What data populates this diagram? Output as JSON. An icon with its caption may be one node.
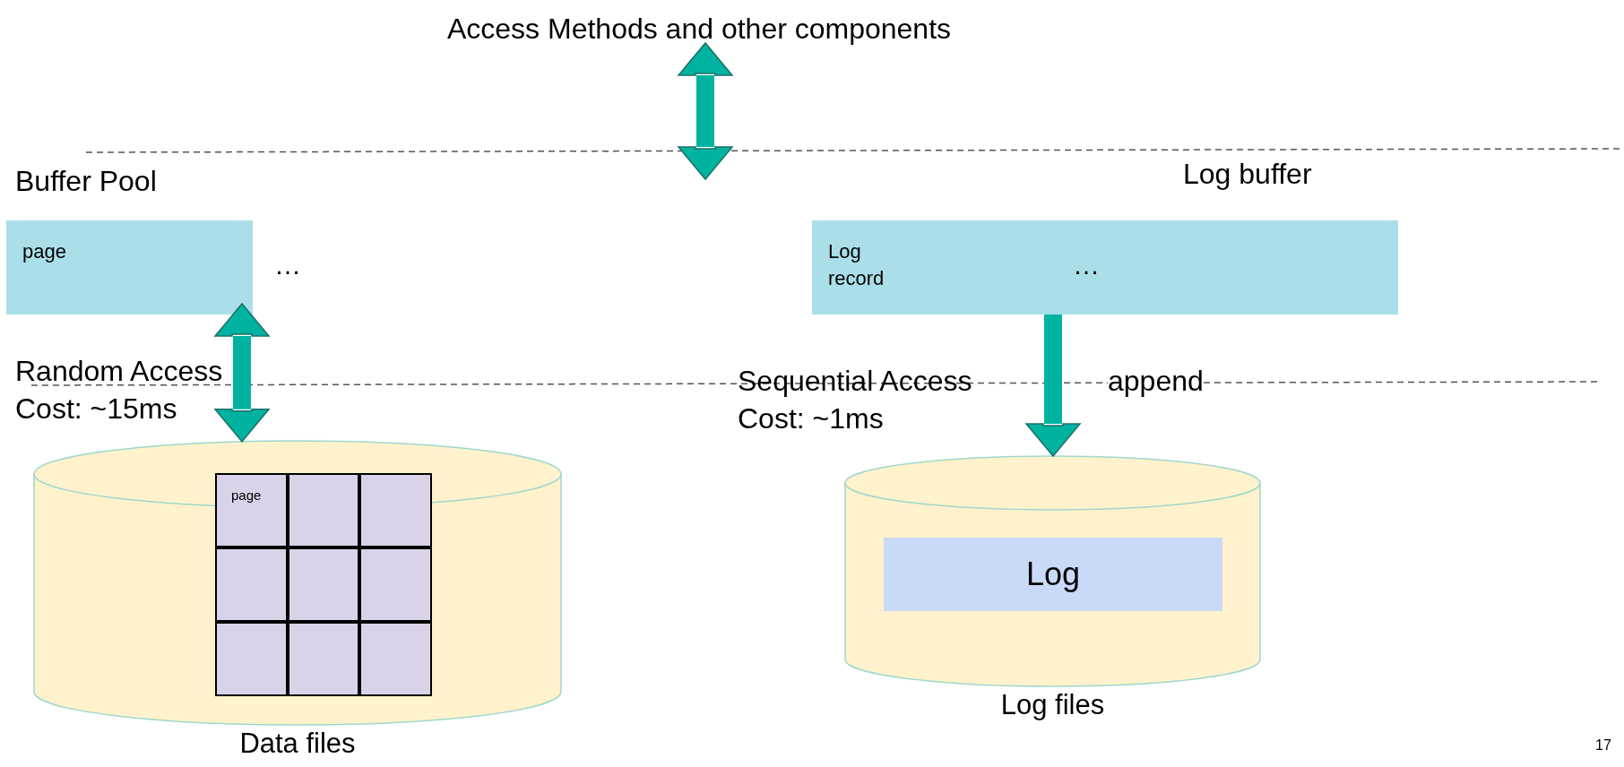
{
  "diagram": {
    "nodes": [
      {
        "text": [
          "Access Methods and other components"
        ]
      },
      {
        "text": [
          "page"
        ]
      },
      {
        "text": [
          "Log record"
        ]
      },
      {
        "text": [
          "Data files"
        ]
      },
      {
        "text": [
          "page"
        ],
        "in": 3
      },
      {
        "text": [],
        "shape": "box",
        "in": 3
      },
      {
        "text": [],
        "shape": "box",
        "in": 3
      },
      {
        "text": [],
        "shape": "box",
        "in": 3
      },
      {
        "text": [],
        "shape": "box",
        "in": 3
      },
      {
        "text": [],
        "shape": "box",
        "in": 3
      },
      {
        "text": [],
        "shape": "box",
        "in": 3
      },
      {
        "text": [],
        "shape": "box",
        "in": 3
      },
      {
        "text": [],
        "shape": "box",
        "in": 3
      },
      {
        "text": [
          "Log files"
        ]
      },
      {
        "text": [
          "Log"
        ],
        "in": 13
      }
    ],
    "edges": [
      {
        "from": 0,
        "to": null,
        "arrow": "both"
      },
      {
        "from": 1,
        "to": 3,
        "arrow": "both"
      },
      {
        "from": 2,
        "to": 13,
        "arrow": "to",
        "label": "append"
      }
    ],
    "labels": [
      "Buffer Pool",
      "Log buffer",
      "…",
      "…",
      "Random Access Cost: ~15ms",
      "Sequential Access Cost: ~1ms",
      "17"
    ]
  }
}
